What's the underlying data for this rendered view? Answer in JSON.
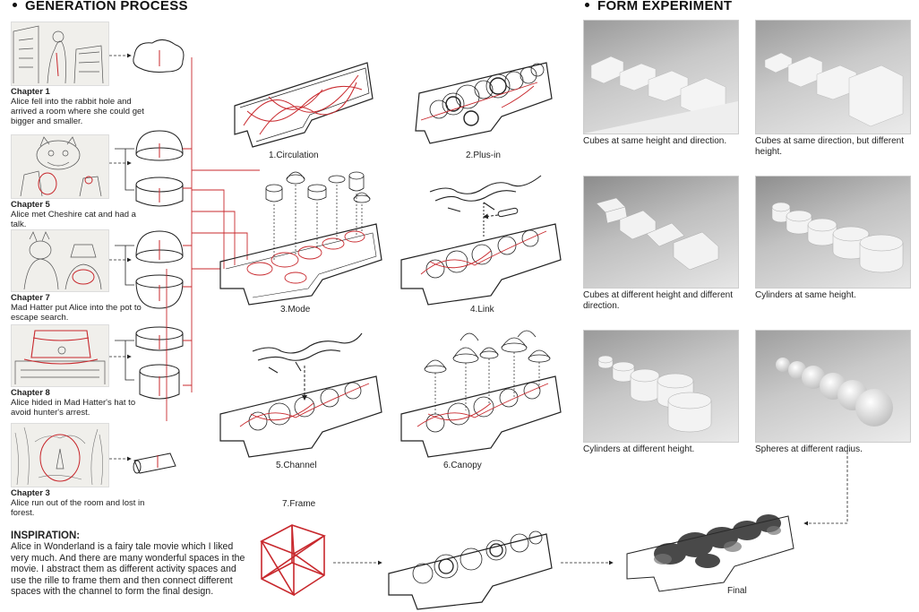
{
  "generation": {
    "title": "GENERATION PROCESS",
    "chapters": [
      {
        "heading": "Chapter 1",
        "text": "Alice fell into the rabbit hole and arrived a room where she could get bigger and smaller."
      },
      {
        "heading": "Chapter 5",
        "text": "Alice met Cheshire cat and had a talk."
      },
      {
        "heading": "Chapter 7",
        "text": "Mad Hatter put Alice into the pot to escape search."
      },
      {
        "heading": "Chapter 8",
        "text": "Alice hided in Mad Hatter's hat to avoid hunter's arrest."
      },
      {
        "heading": "Chapter 3",
        "text": "Alice run out of the room and lost in forest."
      }
    ],
    "steps": [
      "1.Circulation",
      "2.Plus-in",
      "3.Mode",
      "4.Link",
      "5.Channel",
      "6.Canopy",
      "7.Frame"
    ],
    "final_label": "Final"
  },
  "inspiration": {
    "title": "INSPIRATION:",
    "text": "Alice in Wonderland is a fairy tale movie which I liked very much. And there are many wonderful spaces in the movie. I abstract them as different activity spaces and use the rille to frame them and then connect different spaces with the channel to form the final design."
  },
  "experiment": {
    "title": "FORM EXPERIMENT",
    "captions": [
      "Cubes at same height and direction.",
      "Cubes at same direction, but different height.",
      "Cubes at different height and different direction.",
      "Cylinders at same height.",
      "Cylinders at different height.",
      "Spheres at different radius."
    ]
  },
  "colors": {
    "accent": "#c8282d",
    "line": "#222222"
  }
}
